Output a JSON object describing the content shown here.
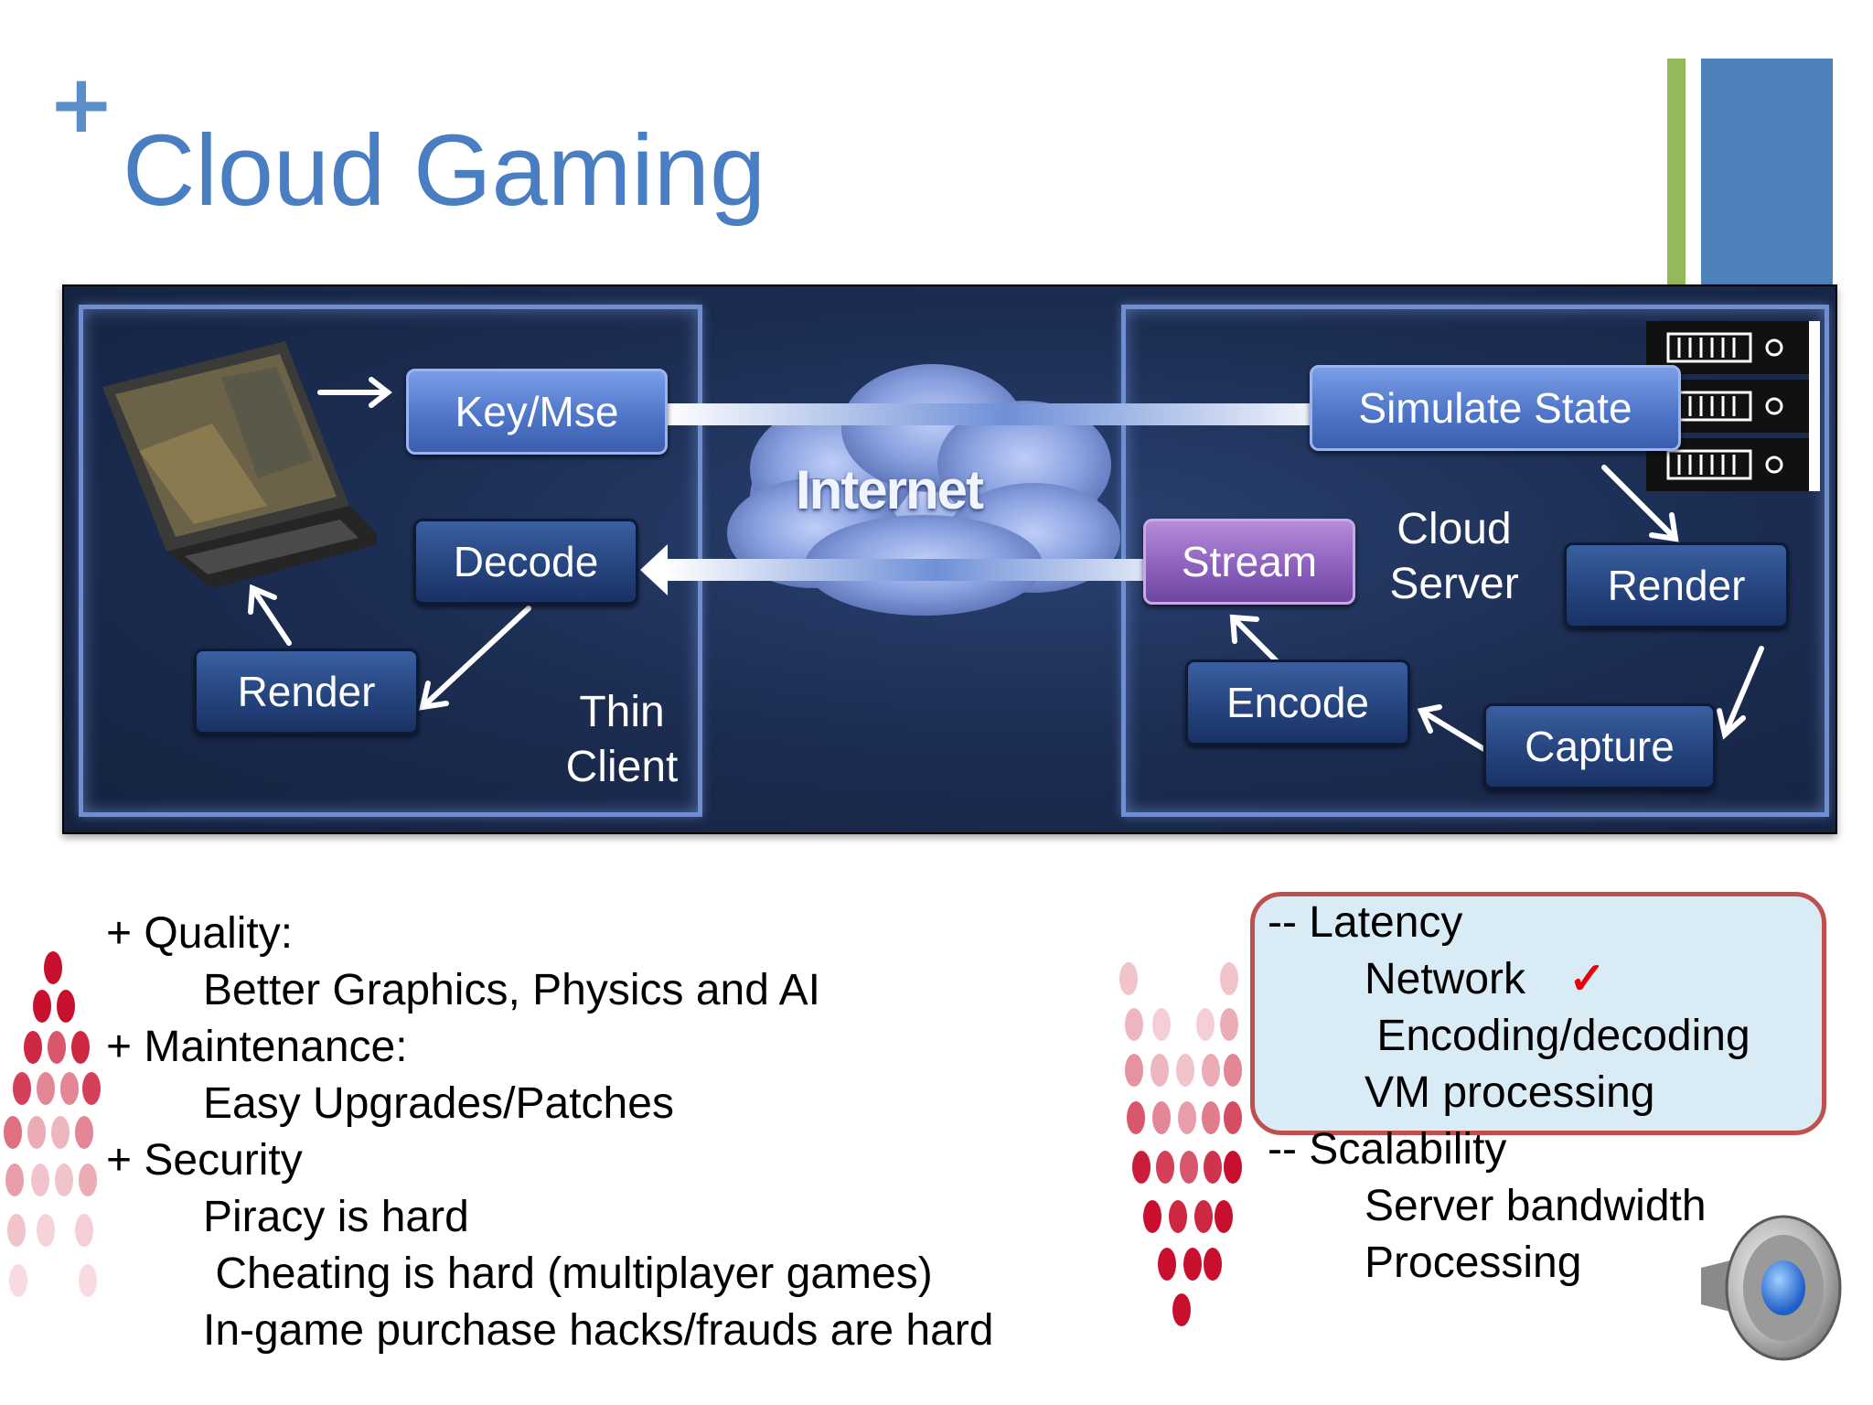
{
  "slide": {
    "plus_mark": "+",
    "title": "Cloud Gaming"
  },
  "colors": {
    "title": "#4a7ec2",
    "accent_green": "#94b95a",
    "accent_blue": "#4f81bd",
    "highlight_border": "#c0504d",
    "highlight_fill": "#d9ebf5",
    "check": "#e8000b"
  },
  "diagram": {
    "cloud_label": "Internet",
    "client": {
      "label_line1": "Thin",
      "label_line2": "Client",
      "key_mse": "Key/Mse",
      "decode": "Decode",
      "render": "Render"
    },
    "server": {
      "label_line1": "Cloud",
      "label_line2": "Server",
      "simulate_state": "Simulate State",
      "render": "Render",
      "capture": "Capture",
      "encode": "Encode",
      "stream": "Stream"
    }
  },
  "pros": [
    {
      "heading": "+ Quality:",
      "items": [
        "Better Graphics, Physics and AI"
      ]
    },
    {
      "heading": "+ Maintenance:",
      "items": [
        "Easy Upgrades/Patches"
      ]
    },
    {
      "heading": "+ Security",
      "items": [
        "Piracy is hard",
        " Cheating is hard (multiplayer games)",
        "In-game purchase hacks/frauds are hard"
      ]
    }
  ],
  "cons": {
    "latency_heading": "-- Latency",
    "latency_items": [
      "Network",
      " Encoding/decoding",
      "VM processing"
    ],
    "check_mark": "✓",
    "scalability_heading": "-- Scalability",
    "scalability_items": [
      "Server bandwidth",
      "Processing"
    ]
  },
  "icons": [
    "speaker-icon",
    "laptop-image",
    "server-rack-icon",
    "cloud-image",
    "decorative-dots"
  ]
}
